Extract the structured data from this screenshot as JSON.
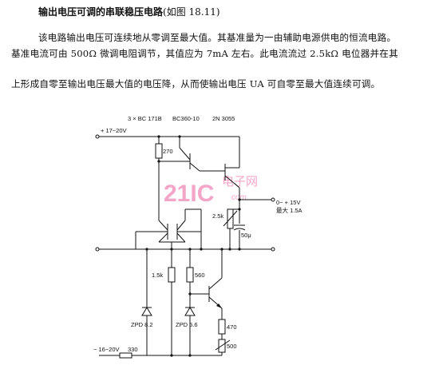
{
  "header": {
    "title": "输出电压可调的串联稳压电路",
    "figure_ref": "(如图 18.11)"
  },
  "body": {
    "para1": "该电路输出电压可连续地从零调至最大值。其基准量为一由辅助电源供电的恒流电路。",
    "para2": "基准电流可由 500Ω 微调电阻调节，其值应为 7mA 左右。此电流流过 2.5kΩ 电位器并在其",
    "para3": "上形成自零至输出电压最大值的电压降，从而使输出电压 UA 可自零至最大值连续可调。"
  },
  "diagram": {
    "transistors_label": "3 × BC 171B",
    "bc360_label": "BC360-10",
    "pass_label": "2N 3055",
    "supply_pos": "+ 17~20V",
    "supply_neg": "− 16~20V",
    "r_input_neg": "330",
    "r_top": "270",
    "r_div": "1.5k",
    "r_560": "560",
    "r_470": "470",
    "r_trim": "500",
    "pot": "2.5k",
    "cap": "50μ",
    "zener1": "ZPD 8.2",
    "zener2": "ZPD 5.6",
    "output_range": "0~ + 15V",
    "output_current": "最大 1.5A",
    "watermark_main": "21IC",
    "watermark_cn": "电子网",
    "watermark_url": "com"
  }
}
